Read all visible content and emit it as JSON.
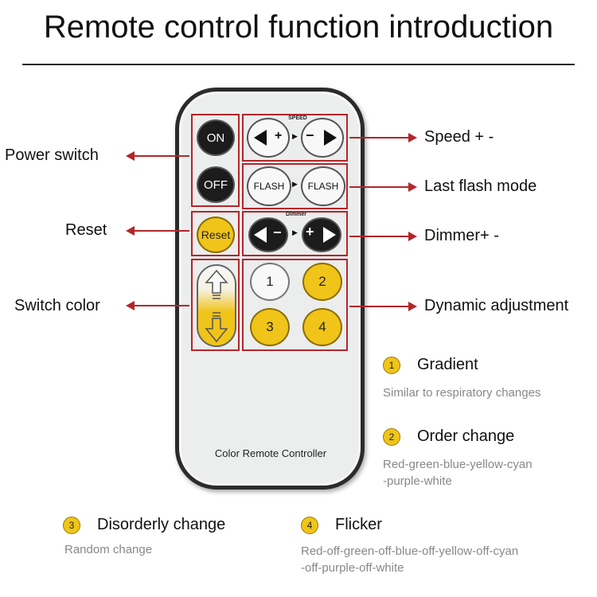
{
  "title": "Remote control function introduction",
  "remote": {
    "on_label": "ON",
    "off_label": "OFF",
    "speed_caption": "SPEED",
    "speed_minus_sign": "+",
    "speed_plus_sign": "−",
    "flash_left": "FLASH",
    "flash_right": "FLASH",
    "dimmer_caption": "Dimmer",
    "dimmer_minus_sign": "−",
    "dimmer_plus_sign": "+",
    "reset_label": "Reset",
    "num1": "1",
    "num2": "2",
    "num3": "3",
    "num4": "4",
    "brand": "Color Remote Controller"
  },
  "labels": {
    "power_switch": "Power switch",
    "reset": "Reset",
    "switch_color": "Switch color",
    "speed": "Speed + -",
    "last_flash": "Last flash mode",
    "dimmer": "Dimmer+ -",
    "dynamic": "Dynamic adjustment"
  },
  "legend": [
    {
      "num": "1",
      "title": "Gradient",
      "desc1": "Similar to respiratory changes",
      "desc2": ""
    },
    {
      "num": "2",
      "title": "Order change",
      "desc1": "Red-green-blue-yellow-cyan",
      "desc2": "-purple-white"
    },
    {
      "num": "3",
      "title": "Disorderly change",
      "desc1": "Random change",
      "desc2": ""
    },
    {
      "num": "4",
      "title": "Flicker",
      "desc1": "Red-off-green-off-blue-off-yellow-off-cyan",
      "desc2": "-off-purple-off-white"
    }
  ],
  "colors": {
    "accent_red": "#b3262a",
    "button_yellow": "#f0c419",
    "button_black": "#1c1c1c"
  },
  "icons": [
    "arrow-left-icon",
    "arrow-right-icon",
    "arrow-up-icon",
    "arrow-down-icon"
  ]
}
